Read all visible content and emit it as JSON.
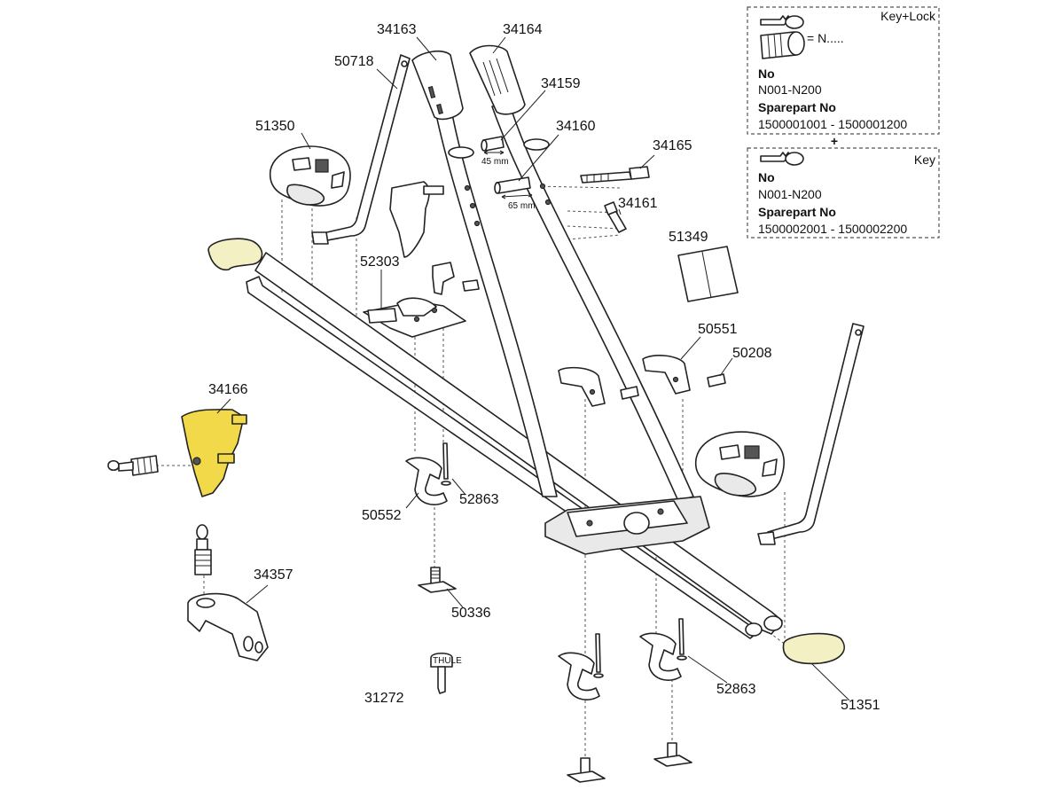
{
  "colors": {
    "highlight": "#f2d94a",
    "highlight_light": "#f3f0c4",
    "line": "#222222"
  },
  "labels": {
    "p34163": "34163",
    "p34164": "34164",
    "p50718": "50718",
    "p34159": "34159",
    "p51350": "51350",
    "p34160": "34160",
    "p34165": "34165",
    "p34161": "34161",
    "p51349": "51349",
    "p52303": "52303",
    "p50551": "50551",
    "p50208": "50208",
    "p34166": "34166",
    "p50552": "50552",
    "p52863a": "52863",
    "p34357": "34357",
    "p50336": "50336",
    "p31272": "31272",
    "p52863b": "52863",
    "p51351": "51351"
  },
  "dims": {
    "d45": "45 mm",
    "d65": "65 mm"
  },
  "box1": {
    "title": "Key+Lock",
    "eq": "= N.....",
    "no_label": "No",
    "no_value": "N001-N200",
    "spare_label": "Sparepart No",
    "spare_value": "1500001001 - 1500001200"
  },
  "plus": "+",
  "box2": {
    "title": "Key",
    "no_label": "No",
    "no_value": "N001-N200",
    "spare_label": "Sparepart No",
    "spare_value": "1500002001 - 1500002200"
  },
  "key_brand": "THULE"
}
